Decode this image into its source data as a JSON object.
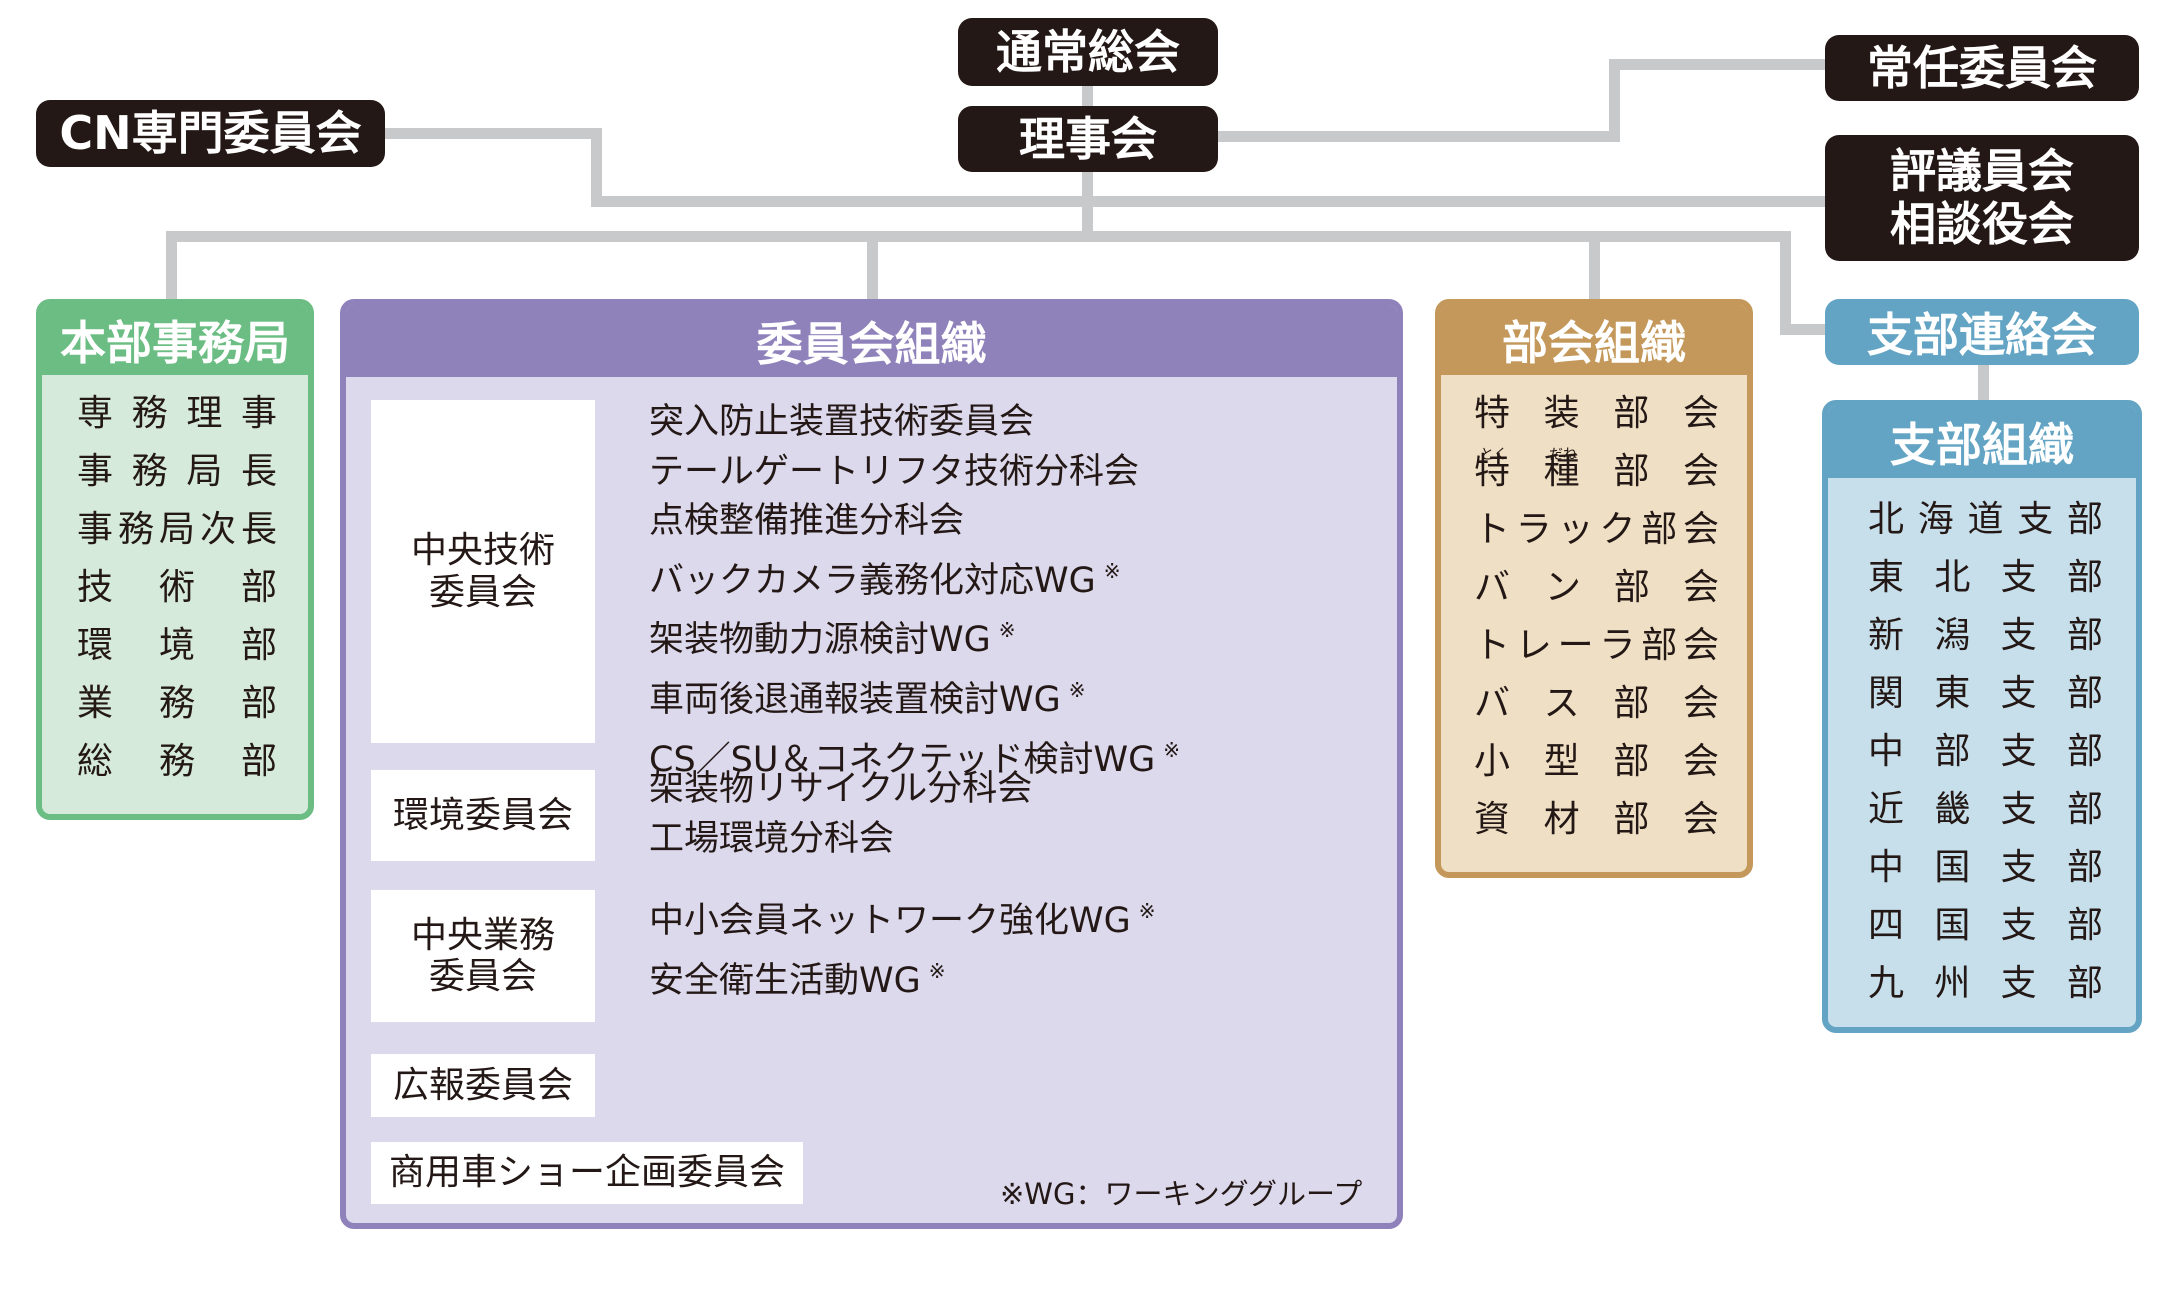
{
  "top": {
    "general_meeting": "通常総会",
    "board": "理事会",
    "cn_committee": "CN専門委員会",
    "standing_committee": "常任委員会",
    "councilors": [
      "評議員会",
      "相談役会"
    ],
    "branch_liaison": "支部連絡会"
  },
  "headquarters": {
    "title": "本部事務局",
    "items": [
      "専務理事",
      "事務局長",
      "事務局次長",
      "技術部",
      "環境部",
      "業務部",
      "総務部"
    ]
  },
  "committees": {
    "title": "委員会組織",
    "groups": [
      {
        "name_lines": [
          "中央技術",
          "委員会"
        ],
        "items": [
          {
            "text": "突入防止装置技術委員会",
            "note": ""
          },
          {
            "text": "テールゲートリフタ技術分科会",
            "note": ""
          },
          {
            "text": "点検整備推進分科会",
            "note": ""
          },
          {
            "text": "バックカメラ義務化対応WG",
            "note": "※"
          },
          {
            "text": "架装物動力源検討WG",
            "note": "※"
          },
          {
            "text": "車両後退通報装置検討WG",
            "note": "※"
          },
          {
            "text": "CS／SU＆コネクテッド検討WG",
            "note": "※"
          }
        ]
      },
      {
        "name_lines": [
          "環境委員会"
        ],
        "items": [
          {
            "text": "架装物リサイクル分科会",
            "note": ""
          },
          {
            "text": "工場環境分科会",
            "note": ""
          }
        ]
      },
      {
        "name_lines": [
          "中央業務",
          "委員会"
        ],
        "items": [
          {
            "text": "中小会員ネットワーク強化WG",
            "note": "※"
          },
          {
            "text": "安全衛生活動WG",
            "note": "※"
          }
        ]
      },
      {
        "name_lines": [
          "広報委員会"
        ],
        "items": []
      },
      {
        "name_lines": [
          "商用車ショー企画委員会"
        ],
        "items": []
      }
    ],
    "footnote": "※WG：ワーキンググループ"
  },
  "divisions": {
    "title": "部会組織",
    "items": [
      {
        "text": "特装部会"
      },
      {
        "text": "特種部会",
        "ruby": [
          "とく",
          "だね"
        ]
      },
      {
        "text": "トラック部会"
      },
      {
        "text": "バン部会"
      },
      {
        "text": "トレーラ部会"
      },
      {
        "text": "バス部会"
      },
      {
        "text": "小型部会"
      },
      {
        "text": "資材部会"
      }
    ]
  },
  "branches": {
    "title": "支部組織",
    "items": [
      "北海道支部",
      "東北支部",
      "新潟支部",
      "関東支部",
      "中部支部",
      "近畿支部",
      "中国支部",
      "四国支部",
      "九州支部"
    ]
  },
  "colors": {
    "line": "#c8c9ca",
    "dark": "#231815",
    "green": "#6bbd84",
    "purple": "#8f82bb",
    "tan": "#c4985a",
    "blue": "#63a4c4"
  }
}
